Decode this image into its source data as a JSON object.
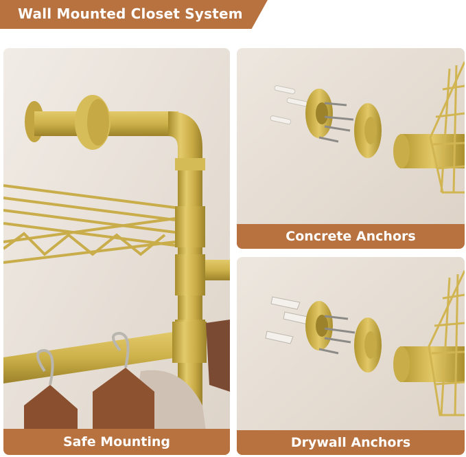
{
  "title": "Wall Mounted Closet System",
  "panels": {
    "left_caption": "Safe Mounting",
    "top_right_caption": "Concrete Anchors",
    "bottom_right_caption": "Drywall Anchors"
  },
  "colors": {
    "banner": "#b8723f",
    "gold": "#cdb14a",
    "background": "#e9e1d8"
  }
}
